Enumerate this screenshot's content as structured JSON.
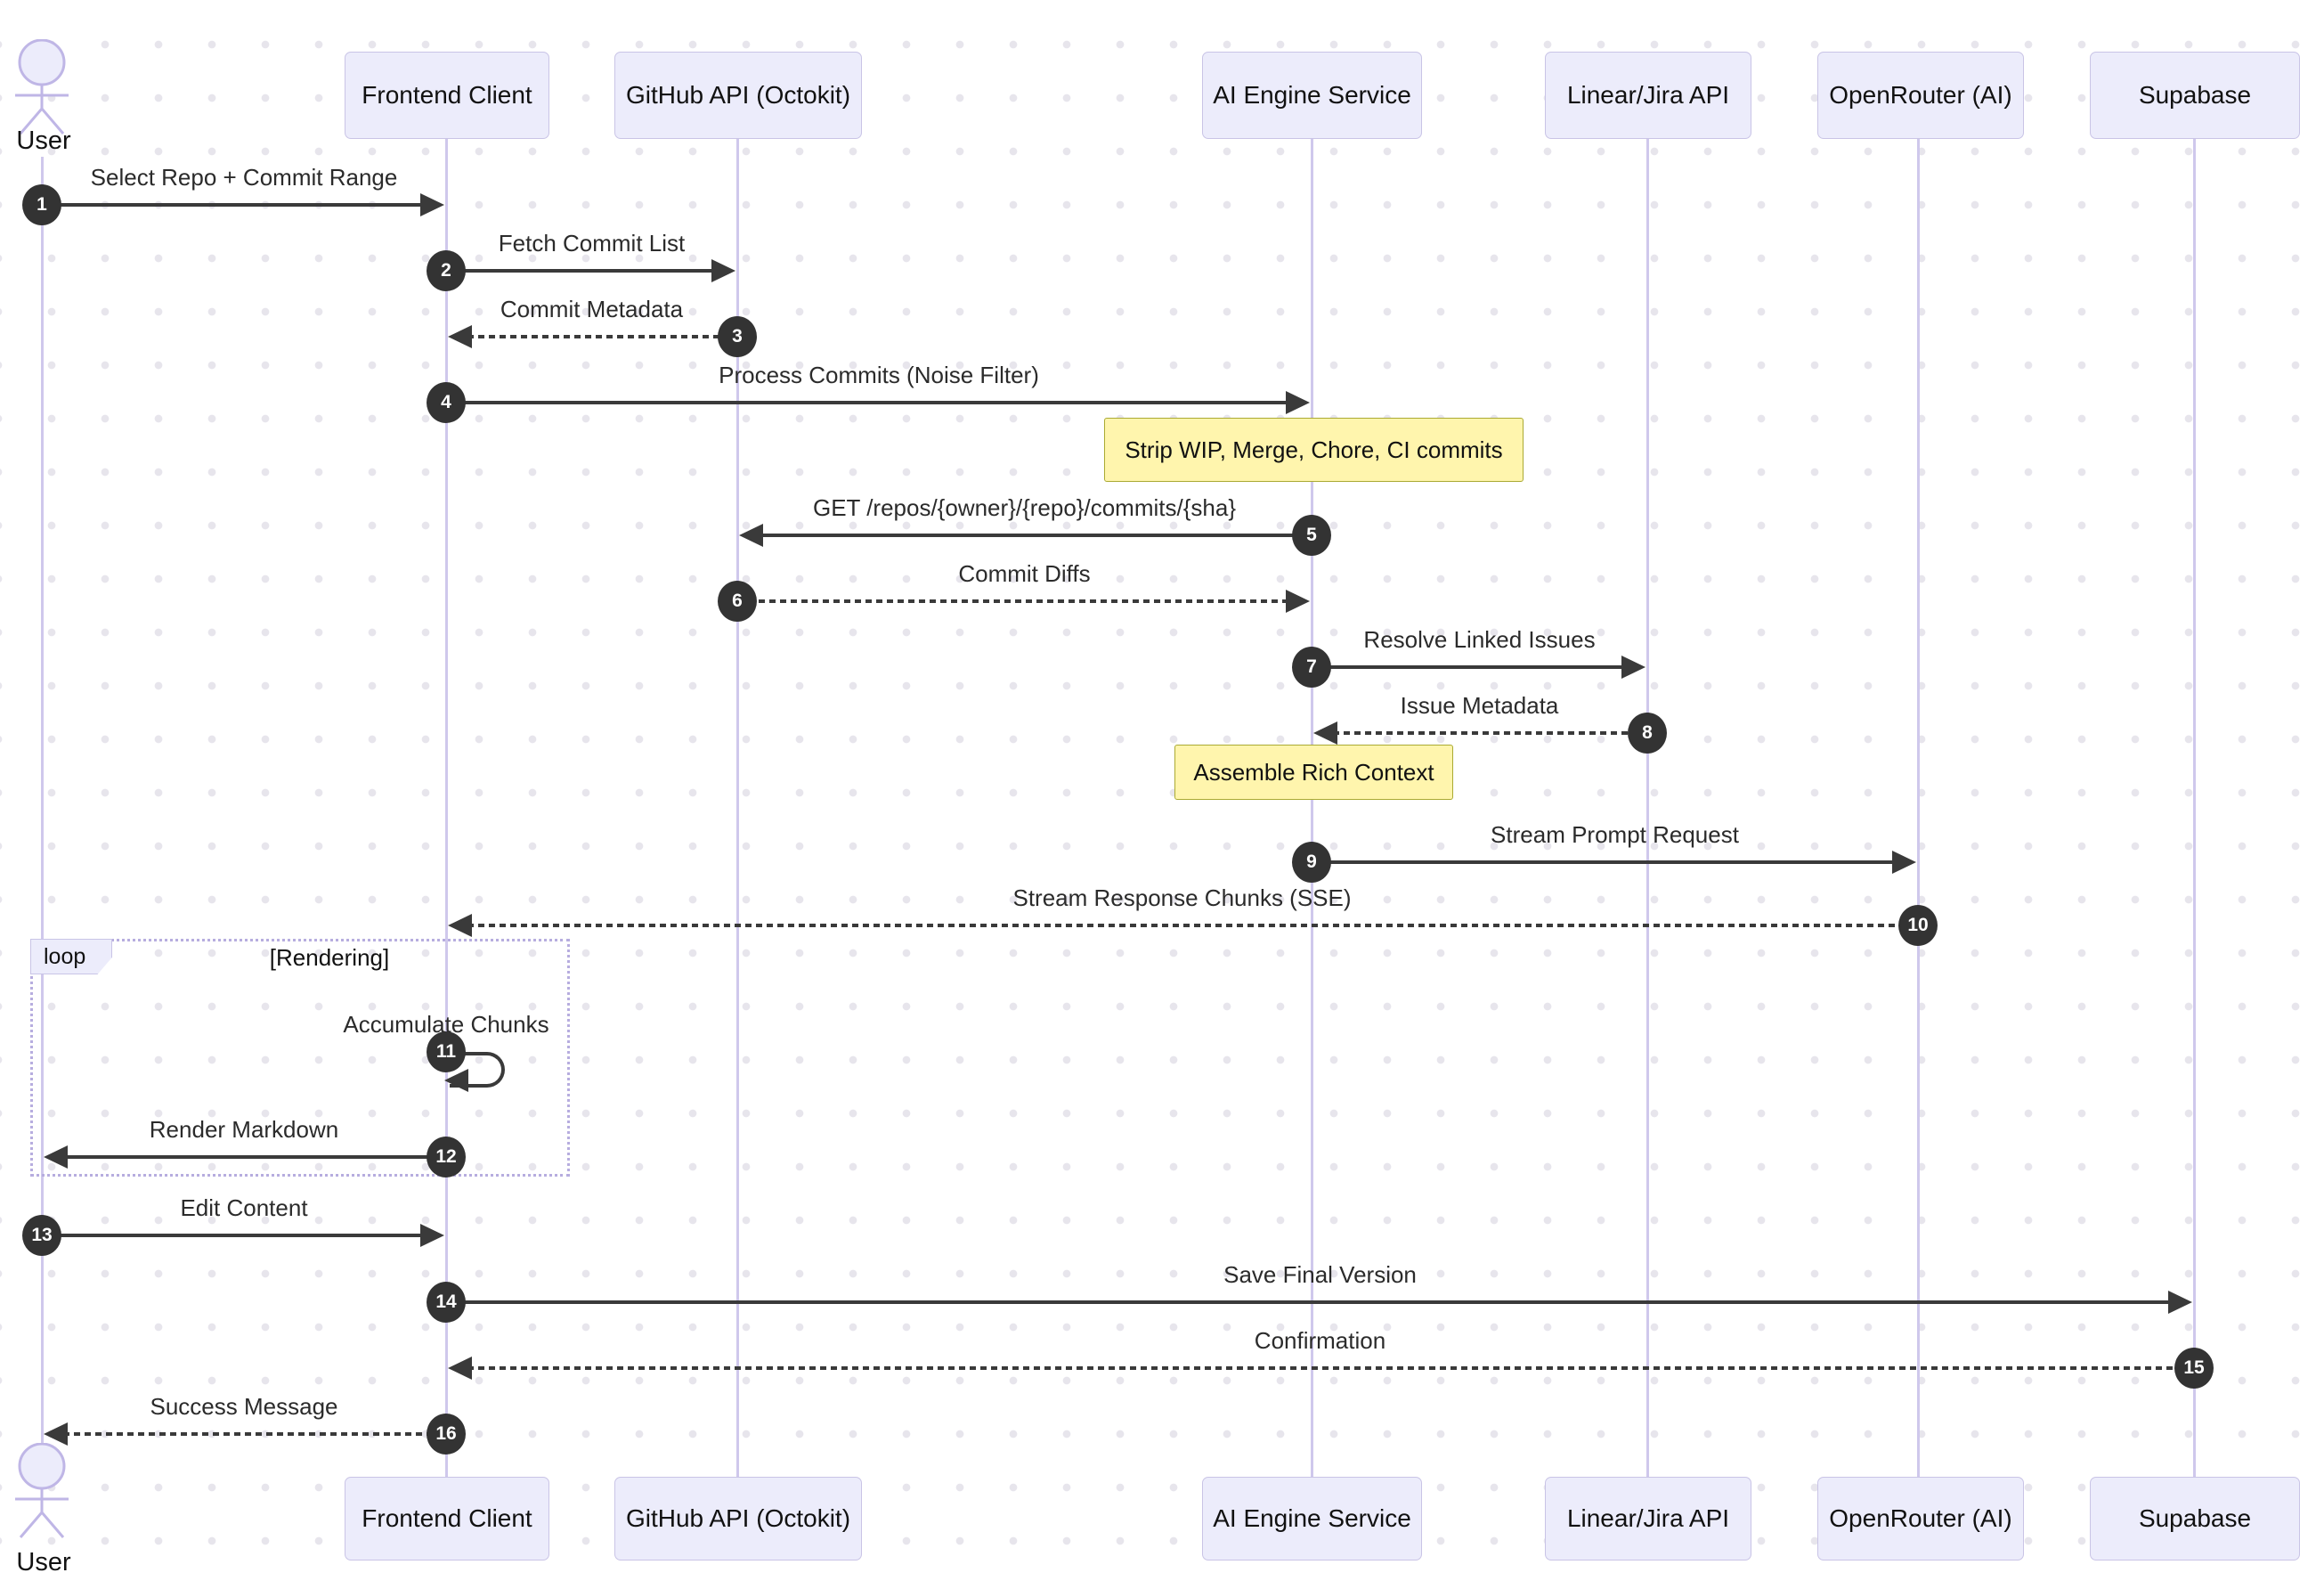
{
  "diagram_type": "sequence-diagram",
  "participants": [
    {
      "id": "user",
      "label": "User",
      "kind": "actor"
    },
    {
      "id": "frontend",
      "label": "Frontend Client",
      "kind": "participant"
    },
    {
      "id": "github",
      "label": "GitHub API (Octokit)",
      "kind": "participant"
    },
    {
      "id": "ai",
      "label": "AI Engine Service",
      "kind": "participant"
    },
    {
      "id": "linear",
      "label": "Linear/Jira API",
      "kind": "participant"
    },
    {
      "id": "openrouter",
      "label": "OpenRouter (AI)",
      "kind": "participant"
    },
    {
      "id": "supabase",
      "label": "Supabase",
      "kind": "participant"
    }
  ],
  "messages": [
    {
      "num": "1",
      "from": "user",
      "to": "frontend",
      "label": "Select Repo + Commit Range",
      "line": "solid",
      "kind": "message"
    },
    {
      "num": "2",
      "from": "frontend",
      "to": "github",
      "label": "Fetch Commit List",
      "line": "solid",
      "kind": "message"
    },
    {
      "num": "3",
      "from": "github",
      "to": "frontend",
      "label": "Commit Metadata",
      "line": "dashed",
      "kind": "message"
    },
    {
      "num": "4",
      "from": "frontend",
      "to": "ai",
      "label": "Process Commits (Noise Filter)",
      "line": "solid",
      "kind": "message"
    },
    {
      "num": "5",
      "from": "ai",
      "to": "github",
      "label": "GET /repos/{owner}/{repo}/commits/{sha}",
      "line": "solid",
      "kind": "message"
    },
    {
      "num": "6",
      "from": "github",
      "to": "ai",
      "label": "Commit Diffs",
      "line": "dashed",
      "kind": "message"
    },
    {
      "num": "7",
      "from": "ai",
      "to": "linear",
      "label": "Resolve Linked Issues",
      "line": "solid",
      "kind": "message"
    },
    {
      "num": "8",
      "from": "linear",
      "to": "ai",
      "label": "Issue Metadata",
      "line": "dashed",
      "kind": "message"
    },
    {
      "num": "9",
      "from": "ai",
      "to": "openrouter",
      "label": "Stream Prompt Request",
      "line": "solid",
      "kind": "message"
    },
    {
      "num": "10",
      "from": "openrouter",
      "to": "frontend",
      "label": "Stream Response Chunks (SSE)",
      "line": "dashed",
      "kind": "message"
    },
    {
      "num": "11",
      "from": "frontend",
      "to": "frontend",
      "label": "Accumulate Chunks",
      "line": "solid",
      "kind": "self"
    },
    {
      "num": "12",
      "from": "frontend",
      "to": "user",
      "label": "Render Markdown",
      "line": "solid",
      "kind": "message"
    },
    {
      "num": "13",
      "from": "user",
      "to": "frontend",
      "label": "Edit Content",
      "line": "solid",
      "kind": "message"
    },
    {
      "num": "14",
      "from": "frontend",
      "to": "supabase",
      "label": "Save Final Version",
      "line": "solid",
      "kind": "message"
    },
    {
      "num": "15",
      "from": "supabase",
      "to": "frontend",
      "label": "Confirmation",
      "line": "dashed",
      "kind": "message"
    },
    {
      "num": "16",
      "from": "frontend",
      "to": "user",
      "label": "Success Message",
      "line": "dashed",
      "kind": "message"
    }
  ],
  "notes": [
    {
      "label": "Strip WIP, Merge, Chore, CI commits",
      "over": "ai",
      "after_message": "4"
    },
    {
      "label": "Assemble Rich Context",
      "over": "ai",
      "after_message": "8"
    }
  ],
  "loop": {
    "keyword": "loop",
    "condition": "[Rendering]",
    "contains_messages": [
      "11",
      "12"
    ]
  },
  "colors": {
    "participant_fill": "#ececfb",
    "participant_border": "#c9c4e6",
    "lifeline": "#cfc8ec",
    "arrow": "#3a3a3a",
    "note_fill": "#fff5ad",
    "note_border": "#aaaa33",
    "number_badge": "#333333",
    "loop_border": "#b7addf",
    "background": "#ffffff",
    "grid_dot": "#e7e5ec"
  }
}
